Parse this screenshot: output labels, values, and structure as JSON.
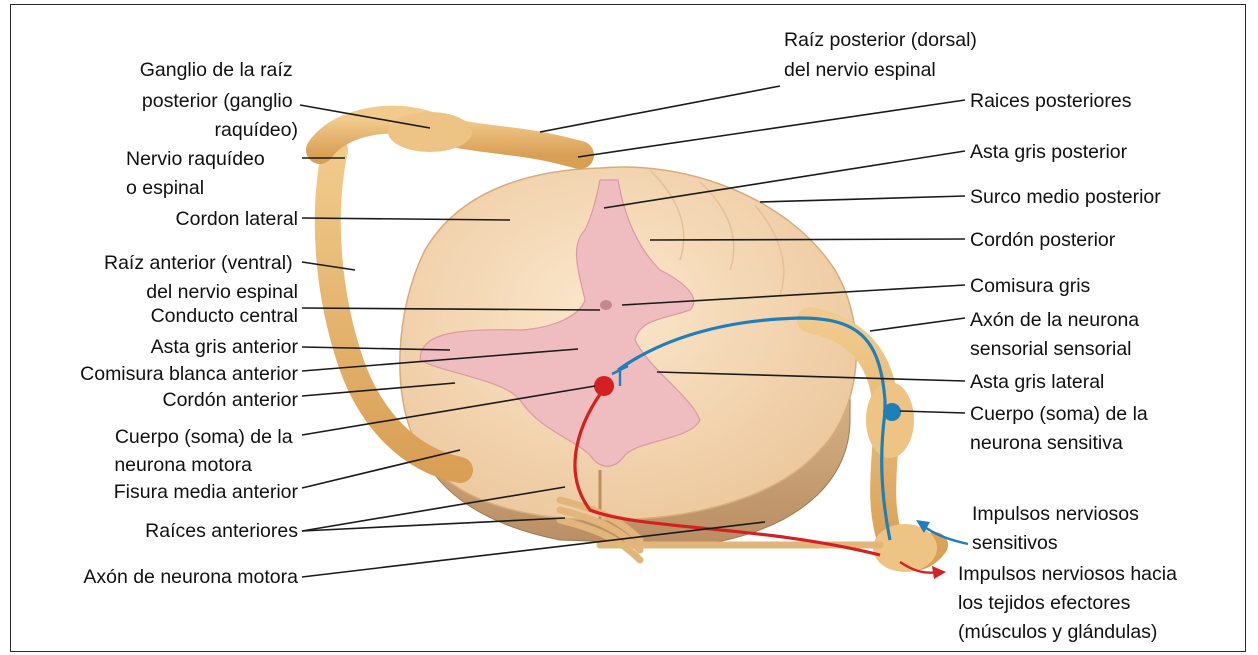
{
  "labels": {
    "ganglio": [
      "Ganglio de la raíz",
      "posterior (ganglio",
      "raquídeo)"
    ],
    "nervio_raquideo": [
      "Nervio raquídeo",
      "o espinal"
    ],
    "cordon_lateral": "Cordon lateral",
    "raiz_anterior": [
      "Raíz anterior (ventral)",
      "del nervio espinal"
    ],
    "conducto_central": "Conducto central",
    "asta_gris_anterior": "Asta gris anterior",
    "comisura_blanca": "Comisura blanca anterior",
    "cordon_anterior": "Cordón anterior",
    "cuerpo_motora": [
      "Cuerpo (soma) de la",
      "neurona motora"
    ],
    "fisura": "Fisura media anterior",
    "raices_anteriores": "Raíces anteriores",
    "axon_motora": "Axón de neurona motora",
    "raiz_posterior": [
      "Raíz posterior (dorsal)",
      "del nervio espinal"
    ],
    "raices_posteriores": "Raices posteriores",
    "asta_gris_posterior": "Asta gris posterior",
    "surco": "Surco medio posterior",
    "cordon_posterior": "Cordón posterior",
    "comisura_gris": "Comisura gris",
    "axon_sensorial": [
      "Axón de la neurona",
      "sensorial sensorial"
    ],
    "asta_gris_lateral": "Asta gris lateral",
    "cuerpo_sensitiva": [
      "Cuerpo (soma) de la",
      "neurona sensitiva"
    ],
    "impulsos_sensitivos": [
      "Impulsos nerviosos",
      "sensitivos"
    ],
    "impulsos_efectores": [
      "Impulsos nerviosos hacia",
      "los tejidos efectores",
      "(músculos y glándulas)"
    ]
  },
  "colors": {
    "white_matter": "#f7dfbf",
    "gray_matter": "#efbcc0",
    "nerve": "#e6b56e",
    "motor_pathway": "#d42020",
    "sensory_pathway": "#1f7fb8"
  }
}
